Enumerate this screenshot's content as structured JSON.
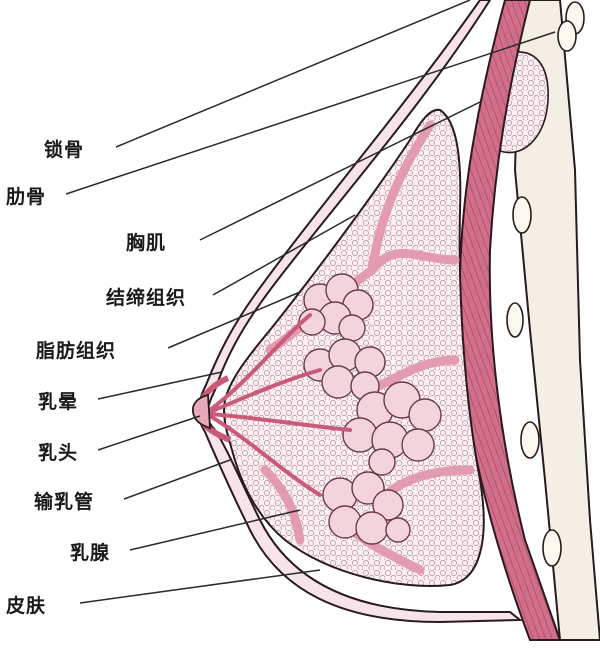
{
  "labels": {
    "clavicle": "锁骨",
    "rib": "肋骨",
    "pectoral_muscle": "胸肌",
    "connective_tissue": "结缔组织",
    "adipose_tissue": "脂肪组织",
    "areola": "乳晕",
    "nipple": "乳头",
    "lactiferous_duct": "输乳管",
    "mammary_gland": "乳腺",
    "skin": "皮肤"
  },
  "colors": {
    "outline": "#2a1a1e",
    "muscle": "#c95a78",
    "muscle_light": "#e8a9b9",
    "tissue": "#f6dde4",
    "septa": "#e39bb0",
    "lobule": "#f3d4dd",
    "rib": "#f7f3ea",
    "leader": "#2a2a2a"
  }
}
